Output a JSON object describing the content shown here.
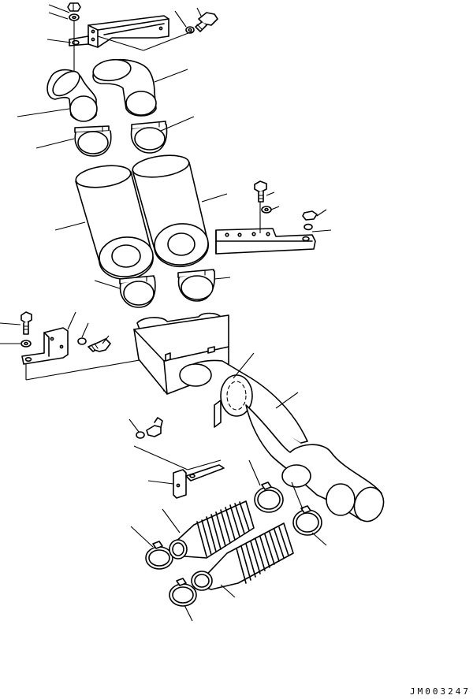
{
  "drawing": {
    "code": "JM003247"
  },
  "parts": [
    {
      "id": "nut-top",
      "icon": "hex-nut-icon"
    },
    {
      "id": "washer-top",
      "icon": "washer-icon"
    },
    {
      "id": "bolt-top",
      "icon": "bolt-icon"
    },
    {
      "id": "mounting-bracket-top",
      "icon": "bracket-icon"
    },
    {
      "id": "elbow-pipe-left",
      "icon": "elbow-pipe-icon"
    },
    {
      "id": "elbow-pipe-right",
      "icon": "elbow-pipe-icon"
    },
    {
      "id": "band-clamp-upper-left",
      "icon": "band-clamp-icon"
    },
    {
      "id": "band-clamp-upper-right",
      "icon": "band-clamp-icon"
    },
    {
      "id": "muffler-left",
      "icon": "cylinder-muffler-icon"
    },
    {
      "id": "muffler-right",
      "icon": "cylinder-muffler-icon"
    },
    {
      "id": "support-bar-right",
      "icon": "bracket-icon"
    },
    {
      "id": "band-clamp-lower-left",
      "icon": "band-clamp-icon"
    },
    {
      "id": "band-clamp-lower-right",
      "icon": "band-clamp-icon"
    },
    {
      "id": "bracket-left",
      "icon": "bracket-icon"
    },
    {
      "id": "y-pipe-box",
      "icon": "y-pipe-icon"
    },
    {
      "id": "support-bracket-lower",
      "icon": "bracket-icon"
    },
    {
      "id": "bellows-left",
      "icon": "bellows-icon"
    },
    {
      "id": "bellows-right",
      "icon": "bellows-icon"
    },
    {
      "id": "hose-clamps",
      "icon": "hose-clamp-icon"
    }
  ]
}
